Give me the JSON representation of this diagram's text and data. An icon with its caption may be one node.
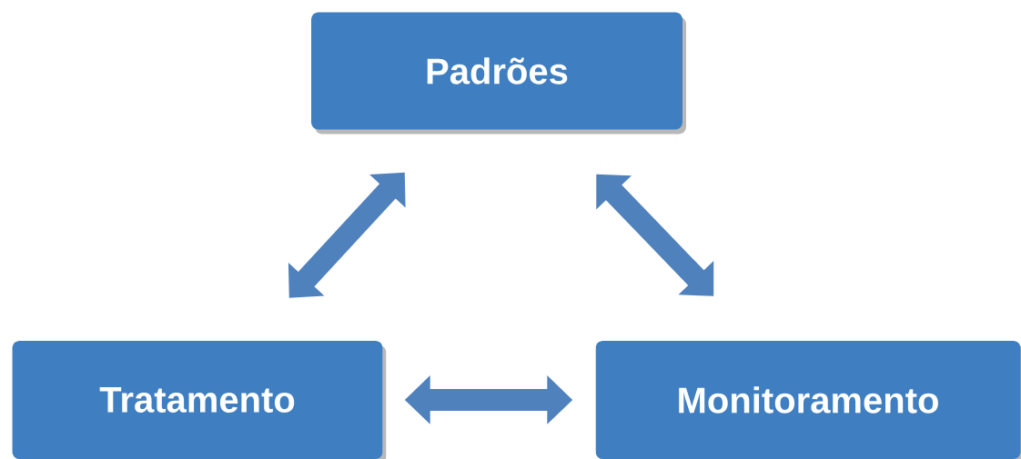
{
  "diagram": {
    "nodes": [
      {
        "text": [
          "Padrões"
        ]
      },
      {
        "text": [
          "Tratamento"
        ]
      },
      {
        "text": [
          "Monitoramento"
        ]
      }
    ],
    "edges": [
      {
        "from": 0,
        "to": 1,
        "arrow": "both"
      },
      {
        "from": 0,
        "to": 2,
        "arrow": "both"
      },
      {
        "from": 1,
        "to": 2,
        "arrow": "both"
      }
    ]
  }
}
